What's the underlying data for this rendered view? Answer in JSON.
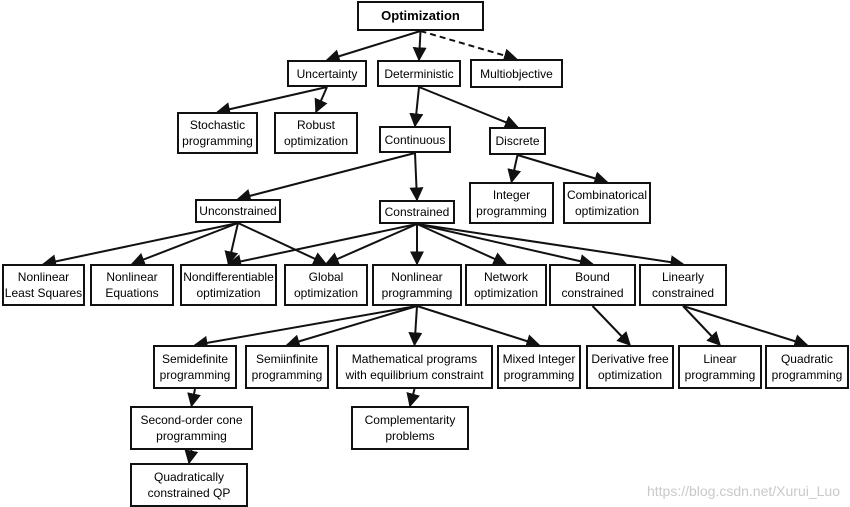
{
  "diagram": {
    "nodes": [
      {
        "id": "optimization",
        "lines": [
          "Optimization"
        ]
      },
      {
        "id": "uncertainty",
        "lines": [
          "Uncertainty"
        ]
      },
      {
        "id": "deterministic",
        "lines": [
          "Deterministic"
        ]
      },
      {
        "id": "multiobjective",
        "lines": [
          "Multiobjective"
        ]
      },
      {
        "id": "stochastic",
        "lines": [
          "Stochastic",
          "programming"
        ]
      },
      {
        "id": "robust",
        "lines": [
          "Robust",
          "optimization"
        ]
      },
      {
        "id": "continuous",
        "lines": [
          "Continuous"
        ]
      },
      {
        "id": "discrete",
        "lines": [
          "Discrete"
        ]
      },
      {
        "id": "integer",
        "lines": [
          "Integer",
          "programming"
        ]
      },
      {
        "id": "combinatorial",
        "lines": [
          "Combinatorical",
          "optimization"
        ]
      },
      {
        "id": "unconstrained",
        "lines": [
          "Unconstrained"
        ]
      },
      {
        "id": "constrained",
        "lines": [
          "Constrained"
        ]
      },
      {
        "id": "nonlinear-ls",
        "lines": [
          "Nonlinear",
          "Least Squares"
        ]
      },
      {
        "id": "nonlinear-eq",
        "lines": [
          "Nonlinear",
          "Equations"
        ]
      },
      {
        "id": "nondiff",
        "lines": [
          "Nondifferentiable",
          "optimization"
        ]
      },
      {
        "id": "global",
        "lines": [
          "Global",
          "optimization"
        ]
      },
      {
        "id": "nonlinear-prog",
        "lines": [
          "Nonlinear",
          "programming"
        ]
      },
      {
        "id": "network",
        "lines": [
          "Network",
          "optimization"
        ]
      },
      {
        "id": "bound",
        "lines": [
          "Bound",
          "constrained"
        ]
      },
      {
        "id": "linearly",
        "lines": [
          "Linearly",
          "constrained"
        ]
      },
      {
        "id": "semidefinite",
        "lines": [
          "Semidefinite",
          "programming"
        ]
      },
      {
        "id": "semiinfinite",
        "lines": [
          "Semiinfinite",
          "programming"
        ]
      },
      {
        "id": "mpec",
        "lines": [
          "Mathematical programs",
          "with equilibrium constraint"
        ]
      },
      {
        "id": "mixed-integer",
        "lines": [
          "Mixed Integer",
          "programming"
        ]
      },
      {
        "id": "derivative-free",
        "lines": [
          "Derivative free",
          "optimization"
        ]
      },
      {
        "id": "linear-prog",
        "lines": [
          "Linear",
          "programming"
        ]
      },
      {
        "id": "quadratic-prog",
        "lines": [
          "Quadratic",
          "programming"
        ]
      },
      {
        "id": "socp",
        "lines": [
          "Second-order cone",
          "programming"
        ]
      },
      {
        "id": "complementarity",
        "lines": [
          "Complementarity",
          "problems"
        ]
      },
      {
        "id": "qcqp",
        "lines": [
          "Quadratically",
          "constrained QP"
        ]
      }
    ],
    "edges": [
      {
        "from": "optimization",
        "to": "uncertainty"
      },
      {
        "from": "optimization",
        "to": "deterministic"
      },
      {
        "from": "optimization",
        "to": "multiobjective",
        "style": "dashed"
      },
      {
        "from": "uncertainty",
        "to": "stochastic"
      },
      {
        "from": "uncertainty",
        "to": "robust"
      },
      {
        "from": "deterministic",
        "to": "continuous"
      },
      {
        "from": "deterministic",
        "to": "discrete"
      },
      {
        "from": "discrete",
        "to": "integer"
      },
      {
        "from": "discrete",
        "to": "combinatorial"
      },
      {
        "from": "continuous",
        "to": "unconstrained"
      },
      {
        "from": "continuous",
        "to": "constrained"
      },
      {
        "from": "unconstrained",
        "to": "nonlinear-ls"
      },
      {
        "from": "unconstrained",
        "to": "nonlinear-eq"
      },
      {
        "from": "unconstrained",
        "to": "nondiff"
      },
      {
        "from": "unconstrained",
        "to": "global"
      },
      {
        "from": "constrained",
        "to": "nondiff"
      },
      {
        "from": "constrained",
        "to": "global"
      },
      {
        "from": "constrained",
        "to": "nonlinear-prog"
      },
      {
        "from": "constrained",
        "to": "network"
      },
      {
        "from": "constrained",
        "to": "bound"
      },
      {
        "from": "constrained",
        "to": "linearly"
      },
      {
        "from": "nonlinear-prog",
        "to": "semidefinite"
      },
      {
        "from": "nonlinear-prog",
        "to": "semiinfinite"
      },
      {
        "from": "nonlinear-prog",
        "to": "mpec"
      },
      {
        "from": "nonlinear-prog",
        "to": "mixed-integer"
      },
      {
        "from": "bound",
        "to": "derivative-free"
      },
      {
        "from": "linearly",
        "to": "linear-prog"
      },
      {
        "from": "linearly",
        "to": "quadratic-prog"
      },
      {
        "from": "semidefinite",
        "to": "socp"
      },
      {
        "from": "socp",
        "to": "qcqp"
      },
      {
        "from": "mpec",
        "to": "complementarity"
      }
    ]
  },
  "watermark": "https://blog.csdn.net/Xurui_Luo",
  "colors": {
    "line": "#111111",
    "watermark": "#c9c9c9"
  }
}
